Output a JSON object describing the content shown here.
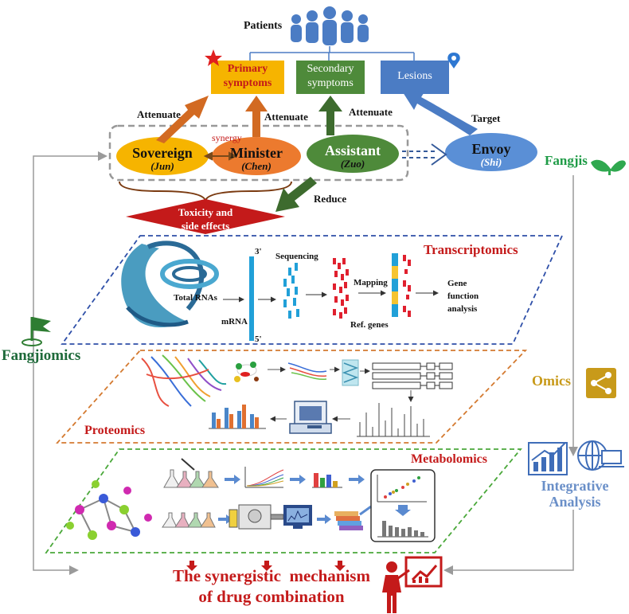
{
  "top": {
    "patients": "Patients",
    "primary": [
      "Primary",
      "symptoms"
    ],
    "secondary": [
      "Secondary",
      "symptoms"
    ],
    "lesions": "Lesions",
    "attenuate": "Attenuate",
    "target": "Target",
    "synergy": "synergy",
    "reduce": "Reduce",
    "toxicity": [
      "Toxicity and",
      "side effects"
    ]
  },
  "roles": {
    "sovereign": {
      "name": "Sovereign",
      "pinyin": "(Jun)"
    },
    "minister": {
      "name": "Minister",
      "pinyin": "(Chen)"
    },
    "assistant": {
      "name": "Assistant",
      "pinyin": "(Zuo)"
    },
    "envoy": {
      "name": "Envoy",
      "pinyin": "(Shi)"
    }
  },
  "side": {
    "fangjis": "Fangjis",
    "fangjiomics": "Fangjiomics",
    "omics": "Omics",
    "integrative": [
      "Integrative",
      "Analysis"
    ]
  },
  "transcriptomics": {
    "title": "Transcriptomics",
    "total_rnas": "Total RNAs",
    "mrna": "mRNA",
    "three_prime": "3'",
    "five_prime": "5'",
    "sequencing": "Sequencing",
    "mapping": "Mapping",
    "ref_genes": "Ref. genes",
    "gene_function": [
      "Gene",
      "function",
      "analysis"
    ]
  },
  "proteomics": {
    "title": "Proteomics"
  },
  "metabolomics": {
    "title": "Metabolomics"
  },
  "bottom": {
    "mechanism": [
      "The synergistic  mechanism",
      "of drug combination"
    ]
  },
  "colors": {
    "red": "#cc1f1f",
    "green_text": "#1e9b46",
    "primary_box": "#f6b400",
    "secondary_box": "#4e8a3a",
    "lesions_box": "#4b7cc4",
    "sovereign": "#f6b400",
    "minister": "#ec7a2e",
    "assistant": "#4e8a3a",
    "envoy": "#5a8fd6",
    "omics": "#c89a1a",
    "integrative": "#6a8fc8",
    "people": "#4b7cc4"
  }
}
